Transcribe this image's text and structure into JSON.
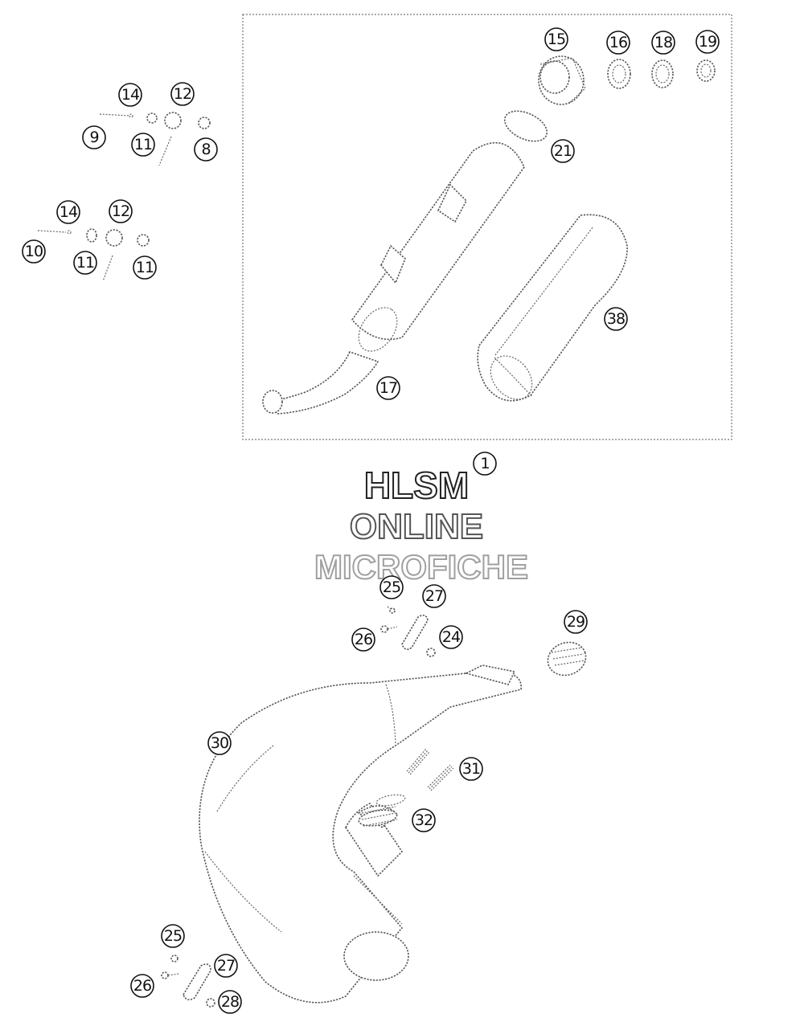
{
  "watermark": {
    "line1": "HLSM",
    "line2": "ONLINE",
    "line3": "MICROFICHE"
  },
  "callouts": [
    {
      "id": "c1",
      "label": "1"
    },
    {
      "id": "c8",
      "label": "8"
    },
    {
      "id": "c9",
      "label": "9"
    },
    {
      "id": "c10",
      "label": "10"
    },
    {
      "id": "c11a",
      "label": "11"
    },
    {
      "id": "c11b",
      "label": "11"
    },
    {
      "id": "c11c",
      "label": "11"
    },
    {
      "id": "c12a",
      "label": "12"
    },
    {
      "id": "c12b",
      "label": "12"
    },
    {
      "id": "c14a",
      "label": "14"
    },
    {
      "id": "c14b",
      "label": "14"
    },
    {
      "id": "c15",
      "label": "15"
    },
    {
      "id": "c16",
      "label": "16"
    },
    {
      "id": "c17",
      "label": "17"
    },
    {
      "id": "c18",
      "label": "18"
    },
    {
      "id": "c19",
      "label": "19"
    },
    {
      "id": "c21",
      "label": "21"
    },
    {
      "id": "c24",
      "label": "24"
    },
    {
      "id": "c25a",
      "label": "25"
    },
    {
      "id": "c25b",
      "label": "25"
    },
    {
      "id": "c26a",
      "label": "26"
    },
    {
      "id": "c26b",
      "label": "26"
    },
    {
      "id": "c27a",
      "label": "27"
    },
    {
      "id": "c27b",
      "label": "27"
    },
    {
      "id": "c28",
      "label": "28"
    },
    {
      "id": "c29",
      "label": "29"
    },
    {
      "id": "c30",
      "label": "30"
    },
    {
      "id": "c31",
      "label": "31"
    },
    {
      "id": "c32",
      "label": "32"
    },
    {
      "id": "c38",
      "label": "38"
    }
  ]
}
